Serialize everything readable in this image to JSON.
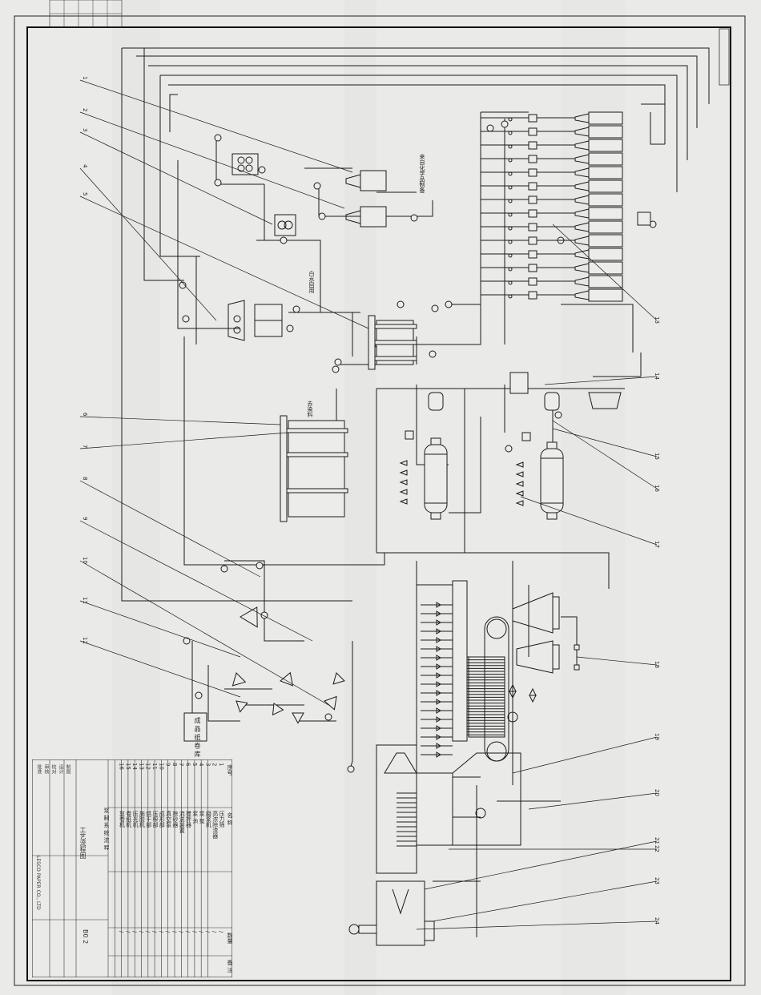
{
  "drawing": {
    "company": "LESCO PAPER CO., LTD",
    "title": "工艺流程图",
    "drawing_no": "B0 2",
    "section_label": "浆 制 系 统 流 程",
    "stamp_rows": [
      "批准",
      "审核",
      "校对",
      "设计",
      "制图"
    ]
  },
  "legend": {
    "header": [
      "序号",
      "名 称",
      "数量",
      "备 注"
    ],
    "items": [
      {
        "no": "1",
        "name": "压力筛",
        "qty": "/",
        "note": ""
      },
      {
        "no": "2",
        "name": "高浓除渣器",
        "qty": "/",
        "note": ""
      },
      {
        "no": "3",
        "name": "磨浆机",
        "qty": "/",
        "note": ""
      },
      {
        "no": "4",
        "name": "浆 泵",
        "qty": "/",
        "note": ""
      },
      {
        "no": "5",
        "name": "浆 池",
        "qty": "/",
        "note": ""
      },
      {
        "no": "6",
        "name": "搅拌器",
        "qty": "/",
        "note": ""
      },
      {
        "no": "7",
        "name": "流送装置",
        "qty": "/",
        "note": ""
      },
      {
        "no": "8",
        "name": "除砂器",
        "qty": "/",
        "note": ""
      },
      {
        "no": "9",
        "name": "真空泵",
        "qty": "/",
        "note": ""
      },
      {
        "no": "10",
        "name": "成形部",
        "qty": "/",
        "note": ""
      },
      {
        "no": "11",
        "name": "压榨部",
        "qty": "/",
        "note": ""
      },
      {
        "no": "12",
        "name": "烘干部",
        "qty": "/",
        "note": ""
      },
      {
        "no": "13",
        "name": "施胶机",
        "qty": "/",
        "note": ""
      },
      {
        "no": "14",
        "name": "压光机",
        "qty": "/",
        "note": ""
      },
      {
        "no": "15",
        "name": "卷纸机",
        "qty": "/",
        "note": ""
      },
      {
        "no": "16",
        "name": "复卷机",
        "qty": "/",
        "note": ""
      }
    ]
  },
  "labels": {
    "chem_in": "来自化学品制备",
    "white_water": "白水回用",
    "prod": "成 品 纸 卷 库",
    "to_dye": "去染料"
  },
  "callouts": [
    "1",
    "2",
    "3",
    "4",
    "5",
    "6",
    "7",
    "8",
    "9",
    "10",
    "11",
    "12",
    "13",
    "14",
    "15",
    "16",
    "17",
    "18",
    "19",
    "20",
    "21",
    "22",
    "23",
    "24"
  ]
}
